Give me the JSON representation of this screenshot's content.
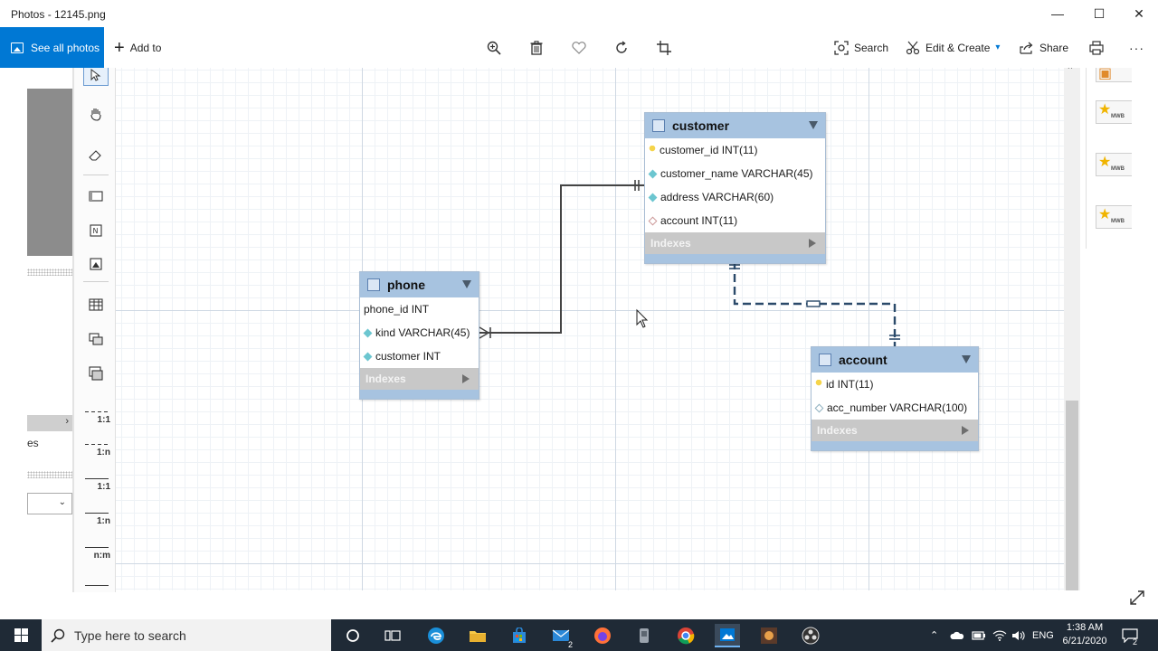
{
  "window": {
    "title": "Photos - 12145.png",
    "controls": {
      "minimize": "—",
      "maximize": "☐",
      "close": "✕"
    }
  },
  "toolbar": {
    "see_all": "See all photos",
    "add_to": "Add to",
    "search": "Search",
    "edit_create": "Edit & Create",
    "share": "Share",
    "more": "···"
  },
  "side_panel": {
    "text": "es"
  },
  "palette": {
    "relations": [
      {
        "label": "1:1"
      },
      {
        "label": "1:n"
      },
      {
        "label": "1:1"
      },
      {
        "label": "1:n"
      },
      {
        "label": "n:m"
      }
    ]
  },
  "right_panel": {
    "item_label": "MWB"
  },
  "tables": {
    "customer": {
      "name": "customer",
      "columns": [
        {
          "key": "pk",
          "text": "customer_id INT(11)"
        },
        {
          "key": "fk",
          "text": "customer_name VARCHAR(45)"
        },
        {
          "key": "fk",
          "text": "address VARCHAR(60)"
        },
        {
          "key": "nn",
          "text": "account INT(11)"
        }
      ],
      "indexes": "Indexes"
    },
    "phone": {
      "name": "phone",
      "columns": [
        {
          "key": "none",
          "text": "phone_id INT"
        },
        {
          "key": "fk",
          "text": "kind VARCHAR(45)"
        },
        {
          "key": "fk",
          "text": "customer INT"
        }
      ],
      "indexes": "Indexes"
    },
    "account": {
      "name": "account",
      "columns": [
        {
          "key": "pk",
          "text": "id INT(11)"
        },
        {
          "key": "cl",
          "text": "acc_number VARCHAR(100)"
        }
      ],
      "indexes": "Indexes"
    }
  },
  "taskbar": {
    "search_placeholder": "Type here to search",
    "mail_badge": "2",
    "language": "ENG",
    "time": "1:38 AM",
    "date": "6/21/2020",
    "notification_count": "2"
  }
}
